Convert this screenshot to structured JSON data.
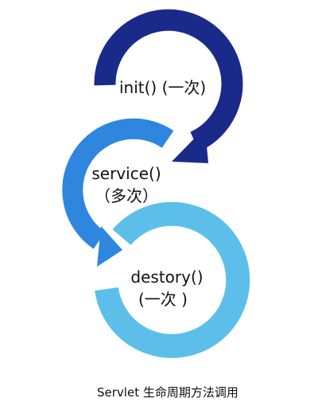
{
  "diagram": {
    "colors": {
      "init": "#1a2a8a",
      "service": "#2e86de",
      "destroy": "#5bbfea",
      "text": "#111111",
      "background": "#ffffff"
    },
    "stages": [
      {
        "name": "init",
        "line1": "init()  (一次)",
        "line2": ""
      },
      {
        "name": "service",
        "line1": "service()",
        "line2": "（多次）"
      },
      {
        "name": "destroy",
        "line1": "destory()",
        "line2": "(一次 )"
      }
    ],
    "caption": "Servlet 生命周期方法调用"
  }
}
